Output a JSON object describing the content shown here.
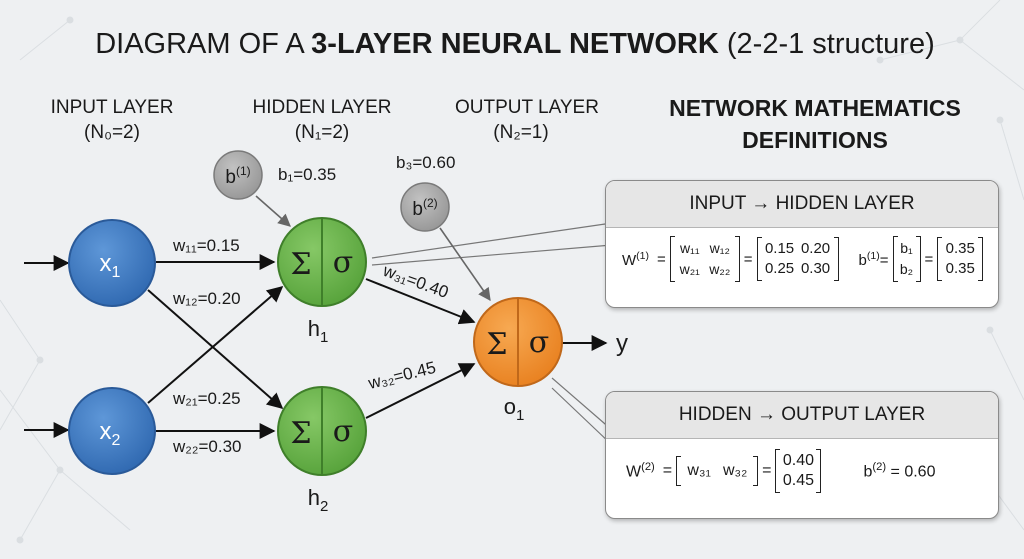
{
  "title": {
    "prefix": "DIAGRAM OF A ",
    "bold": "3-LAYER NEURAL NETWORK",
    "suffix": " (2-2-1 structure)"
  },
  "layers": {
    "input": {
      "name": "INPUT LAYER",
      "count": "(N₀=2)"
    },
    "hidden": {
      "name": "HIDDEN LAYER",
      "count": "(N₁=2)"
    },
    "output": {
      "name": "OUTPUT LAYER",
      "count": "(N₂=1)"
    }
  },
  "nodes": {
    "x1": "x",
    "x1_sub": "1",
    "x2": "x",
    "x2_sub": "2",
    "h1": "h",
    "h1_sub": "1",
    "h2": "h",
    "h2_sub": "2",
    "o1": "o",
    "o1_sub": "1",
    "sum_symbol": "Σ",
    "sigma_symbol": "σ",
    "output_label": "y"
  },
  "biases": {
    "b1_node": "b",
    "b1_node_sup": "(1)",
    "b1_value": "b₁=0.35",
    "b2_node": "b",
    "b2_node_sup": "(2)",
    "b3_value": "b₃=0.60"
  },
  "weights": {
    "w11": "w₁₁=0.15",
    "w12": "w₁₂=0.20",
    "w21": "w₂₁=0.25",
    "w22": "w₂₂=0.30",
    "w31": "w₃₁=0.40",
    "w32": "w₃₂=0.45"
  },
  "math_panel": {
    "heading_line1": "NETWORK MATHEMATICS",
    "heading_line2": "DEFINITIONS",
    "box1": {
      "title": "INPUT → HIDDEN LAYER",
      "W_label": "W",
      "W_sup": "(1)",
      "sym_row1": [
        "w₁₁",
        "w₁₂"
      ],
      "sym_row2": [
        "w₂₁",
        "w₂₂"
      ],
      "val_row1": [
        "0.15",
        "0.20"
      ],
      "val_row2": [
        "0.25",
        "0.30"
      ],
      "b_label": "b",
      "b_sup": "(1)",
      "b_sym": [
        "b₁",
        "b₂"
      ],
      "b_val": [
        "0.35",
        "0.35"
      ],
      "equals": "="
    },
    "box2": {
      "title": "HIDDEN → OUTPUT LAYER",
      "W_label": "W",
      "W_sup": "(2)",
      "sym_row": [
        "w₃₁",
        "w₃₂"
      ],
      "val_col": [
        "0.40",
        "0.45"
      ],
      "b_text": "b",
      "b_sup": "(2)",
      "b_value": "= 0.60",
      "equals": "="
    }
  },
  "colors": {
    "input_node": "#3f7bc4",
    "hidden_node": "#6cb54a",
    "output_node": "#f29233",
    "bias_node": "#a9a9a9"
  }
}
